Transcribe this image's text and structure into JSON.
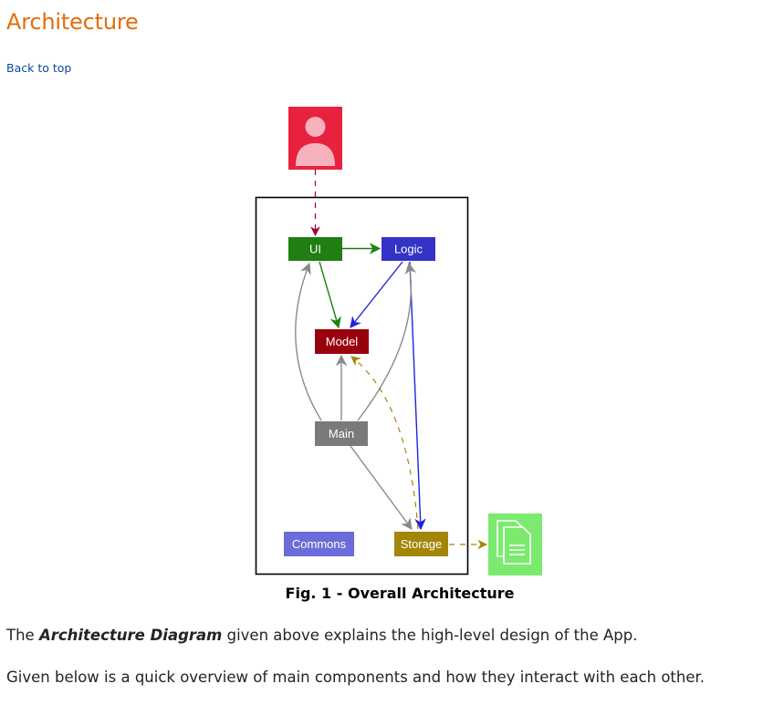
{
  "section": {
    "title": "Architecture",
    "back_link": "Back to top"
  },
  "diagram": {
    "components": {
      "ui": "UI",
      "logic": "Logic",
      "model": "Model",
      "main": "Main",
      "commons": "Commons",
      "storage": "Storage"
    },
    "icons": {
      "user": "user-icon",
      "file": "file-icon"
    },
    "colors": {
      "user": "#e8213f",
      "ui": "#1f7f12",
      "logic": "#3333c8",
      "model": "#99000d",
      "main": "#7a7a7a",
      "commons": "#6b6bd9",
      "storage": "#a38508",
      "file": "#7bea6f"
    },
    "caption": "Fig. 1 - Overall Architecture"
  },
  "intro": {
    "p1_prefix": "The ",
    "p1_emphasis": "Architecture Diagram",
    "p1_suffix": " given above explains the high-level design of the App.",
    "p2": "Given below is a quick overview of main components and how they interact with each other."
  }
}
